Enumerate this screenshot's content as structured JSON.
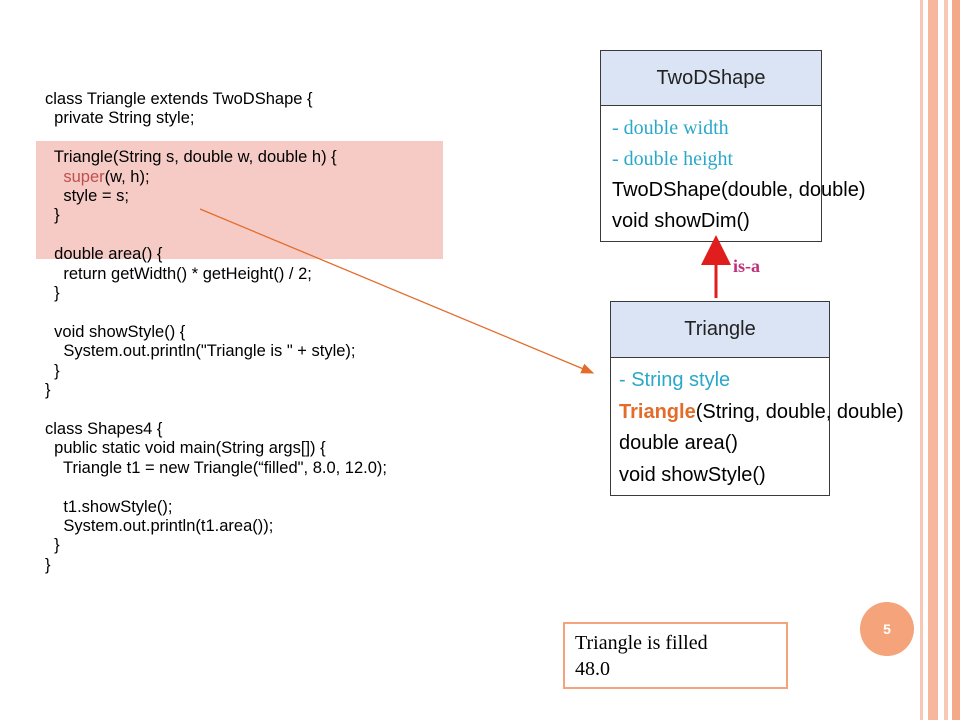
{
  "code": {
    "lines": [
      "class Triangle extends TwoDShape {",
      "  private String style;",
      "",
      "  Triangle(String s, double w, double h) {",
      "    super(w, h);",
      "    style = s;",
      "  }",
      "",
      "  double area() {",
      "    return getWidth() * getHeight() / 2;",
      "  }",
      "",
      "  void showStyle() {",
      "    System.out.println(\"Triangle is \" + style);",
      "  }",
      "}",
      "",
      "class Shapes4 {",
      "  public static void main(String args[]) {",
      "    Triangle t1 = new Triangle(“filled\", 8.0, 12.0);",
      "",
      "    t1.showStyle();",
      "    System.out.println(t1.area());",
      "  }",
      "}"
    ],
    "super_keyword": "super",
    "super_rest": "(w, h);"
  },
  "uml": {
    "twodshape": {
      "name": "TwoDShape",
      "field1": "- double width",
      "field2": "- double height",
      "method1": "TwoDShape(double, double)",
      "method2": "void showDim()"
    },
    "triangle": {
      "name": "Triangle",
      "field1": "- String style",
      "ctor_name": "Triangle",
      "ctor_params": "(String, double, double)",
      "method1": "double area()",
      "method2": "void  showStyle()"
    },
    "relation_label": "is-a"
  },
  "page_number": "5",
  "output": {
    "line1": "Triangle is filled",
    "line2": "48.0"
  },
  "colors": {
    "highlight": "#f6cbc6",
    "uml_header": "#dbe4f4",
    "accent_orange": "#e36c2b",
    "field_blue": "#2aa8c9",
    "isa_magenta": "#c0307a",
    "arrow_red": "#e01e1e",
    "border_pink": "#f4a37a"
  }
}
